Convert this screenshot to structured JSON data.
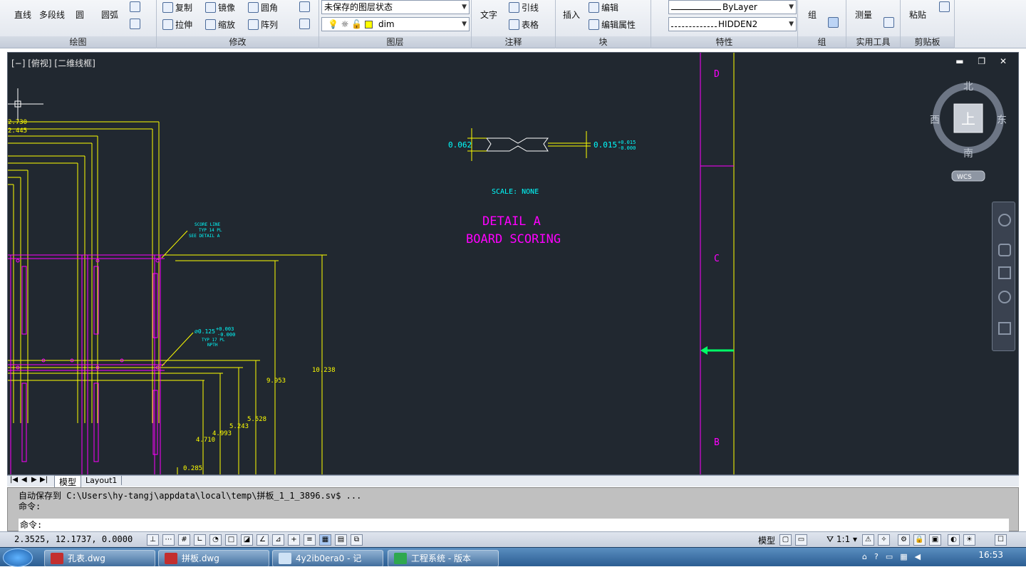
{
  "ribbon": {
    "draw": {
      "title": "绘图",
      "line": "直线",
      "polyline": "多段线",
      "circle": "圆",
      "arc": "圆弧"
    },
    "modify": {
      "title": "修改",
      "copy": "复制",
      "mirror": "镜像",
      "fillet": "圆角",
      "stretch": "拉伸",
      "scale": "缩放",
      "array": "阵列"
    },
    "layers": {
      "title": "图层",
      "state": "未保存的图层状态",
      "current": "dim"
    },
    "annotation": {
      "title": "注释",
      "text": "文字",
      "leader": "引线",
      "table": "表格"
    },
    "block": {
      "title": "块",
      "insert": "插入",
      "edit": "编辑",
      "edit_attr": "编辑属性"
    },
    "properties": {
      "title": "特性",
      "color": "ByLayer",
      "linetype": "HIDDEN2"
    },
    "groups": {
      "title": "组",
      "group": "组"
    },
    "utilities": {
      "title": "实用工具",
      "measure": "测量"
    },
    "clipboard": {
      "title": "剪贴板",
      "paste": "粘贴"
    }
  },
  "viewport": {
    "label": "[−] [俯视] [二维线框]",
    "window_controls": "▬ ❐ ✕",
    "viewcube": {
      "north": "北",
      "south": "南",
      "east": "东",
      "west": "西",
      "top": "上",
      "wcs": "WCS"
    }
  },
  "drawing_text": {
    "detail_title": "DETAIL A",
    "detail_subtitle": "BOARD SCORING",
    "scale_note": "SCALE: NONE",
    "thickness": "0.062",
    "score_depth": "0.015",
    "score_tol_plus": "+0.015",
    "score_tol_minus": "-0.000",
    "score_note_1": "SCORE LINE",
    "score_note_2": "TYP 14 PL",
    "score_note_3": "SEE DETAIL A",
    "hole_dia": "⌀0.125",
    "hole_tol_plus": "+0.003",
    "hole_tol_minus": "-0.000",
    "hole_note_2": "TYP 17 PL",
    "hole_note_3": "NPTH",
    "zone_d": "D",
    "zone_c": "C",
    "zone_b": "B",
    "dim_top_1": "2.730",
    "dim_top_2": "2.445",
    "dims": [
      "9.953",
      "10.238",
      "5.528",
      "5.243",
      "4.993",
      "4.710",
      "0.285"
    ]
  },
  "tabs": {
    "model": "模型",
    "layout": "Layout1"
  },
  "command": {
    "history_1": "自动保存到 C:\\Users\\hy-tangj\\appdata\\local\\temp\\拼板_1_1_3896.sv$ ...",
    "history_2": "命令:",
    "prompt": "命令:"
  },
  "status": {
    "coords": "2.3525,  12.1737, 0.0000",
    "model_label": "模型",
    "scale": "1:1"
  },
  "taskbar": {
    "tasks": [
      "孔表.dwg",
      "拼板.dwg",
      "4y2ib0era0 - 记",
      "工程系统 - 版本"
    ],
    "clock": "16:53"
  },
  "colors": {
    "yellow": "#ffff00",
    "magenta": "#ff00ff",
    "cyan": "#00ffff",
    "background": "#212830"
  }
}
